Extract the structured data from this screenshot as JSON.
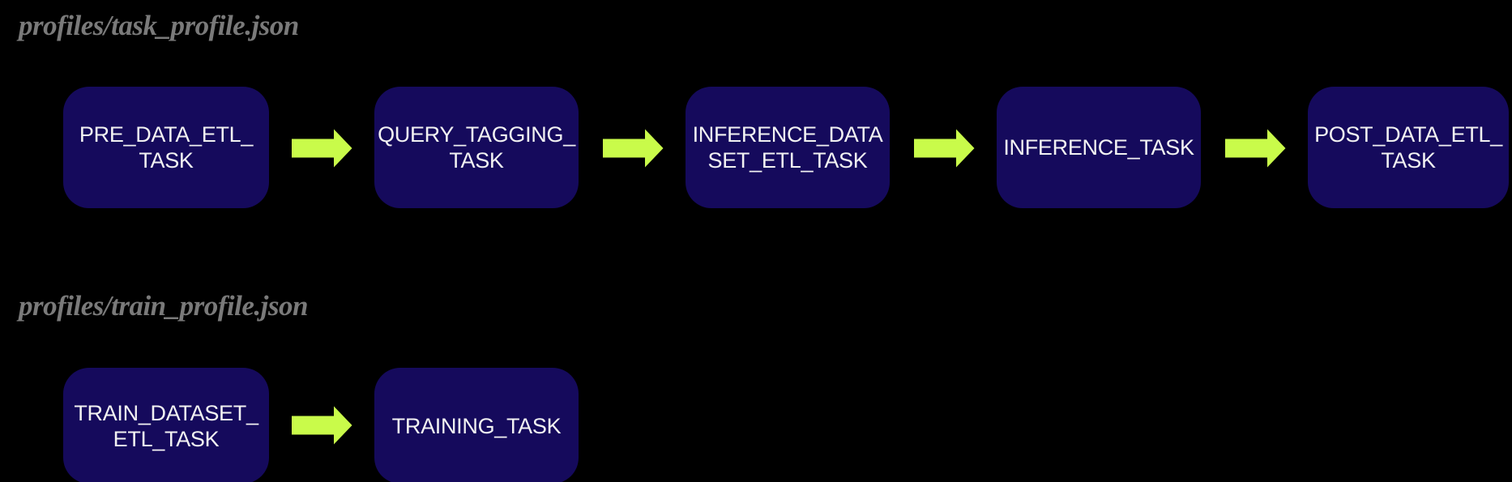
{
  "colors": {
    "background": "#000000",
    "node_fill": "#150a5c",
    "node_text": "#f2f2f2",
    "arrow": "#c9fb4a",
    "title": "#7a7a7a"
  },
  "arrow_icon": "right-block-arrow",
  "sections": [
    {
      "title": "profiles/task_profile.json",
      "nodes": [
        {
          "id": "PRE_DATA_ETL_TASK",
          "lines": [
            "PRE_DATA_ETL_",
            "TASK"
          ]
        },
        {
          "id": "QUERY_TAGGING_TASK",
          "lines": [
            "QUERY_TAGGING_",
            "TASK"
          ]
        },
        {
          "id": "INFERENCE_DATASET_ETL_TASK",
          "lines": [
            "INFERENCE_DATA",
            "SET_ETL_TASK"
          ]
        },
        {
          "id": "INFERENCE_TASK",
          "lines": [
            "INFERENCE_TASK"
          ]
        },
        {
          "id": "POST_DATA_ETL_TASK",
          "lines": [
            "POST_DATA_ETL_",
            "TASK"
          ]
        }
      ]
    },
    {
      "title": "profiles/train_profile.json",
      "nodes": [
        {
          "id": "TRAIN_DATASET_ETL_TASK",
          "lines": [
            "TRAIN_DATASET_",
            "ETL_TASK"
          ]
        },
        {
          "id": "TRAINING_TASK",
          "lines": [
            "TRAINING_TASK"
          ]
        }
      ]
    }
  ]
}
